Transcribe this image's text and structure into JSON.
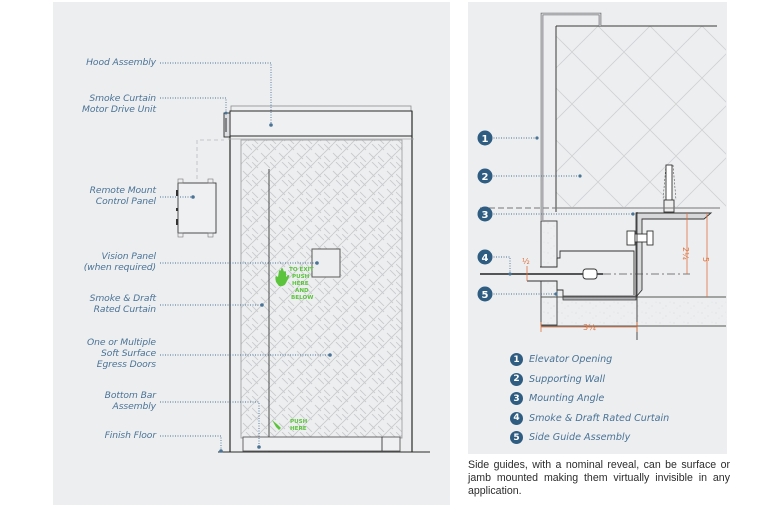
{
  "left_diagram": {
    "title": "Smoke curtain elevation",
    "callouts": [
      {
        "id": "hood-assembly",
        "lines": [
          "Hood Assembly"
        ]
      },
      {
        "id": "motor-drive-unit",
        "lines": [
          "Smoke Curtain",
          "Motor Drive Unit"
        ]
      },
      {
        "id": "remote-control-panel",
        "lines": [
          "Remote Mount",
          "Control Panel"
        ]
      },
      {
        "id": "vision-panel",
        "lines": [
          "Vision Panel",
          "(when required)"
        ]
      },
      {
        "id": "rated-curtain",
        "lines": [
          "Smoke & Draft",
          "Rated Curtain"
        ]
      },
      {
        "id": "egress-doors",
        "lines": [
          "One or Multiple",
          "Soft Surface",
          "Egress Doors"
        ]
      },
      {
        "id": "bottom-bar",
        "lines": [
          "Bottom Bar",
          "Assembly"
        ]
      },
      {
        "id": "finish-floor",
        "lines": [
          "Finish Floor"
        ]
      }
    ],
    "exit_sign": {
      "lines": [
        "TO EXIT",
        "PUSH",
        "HERE",
        "AND",
        "BELOW"
      ]
    },
    "push_sign": {
      "lines": [
        "PUSH",
        "HERE"
      ]
    },
    "accent_color": "#5cc43c",
    "callout_color": "#4a7396"
  },
  "right_diagram": {
    "title": "Side guide section detail",
    "badges": [
      "1",
      "2",
      "3",
      "4",
      "5"
    ],
    "dimensions": {
      "reveal": "½",
      "angle_height": "2¼",
      "total_height": "5",
      "depth": "3¼"
    },
    "dimension_color": "#e0703a",
    "legend": [
      {
        "num": "1",
        "label": "Elevator Opening"
      },
      {
        "num": "2",
        "label": "Supporting Wall"
      },
      {
        "num": "3",
        "label": "Mounting Angle"
      },
      {
        "num": "4",
        "label": "Smoke & Draft Rated Curtain"
      },
      {
        "num": "5",
        "label": "Side Guide Assembly"
      }
    ],
    "badge_color": "#2f5d82"
  },
  "caption": "Side guides, with a nominal reveal, can be surface or jamb mounted making them virtually invisible in any application."
}
